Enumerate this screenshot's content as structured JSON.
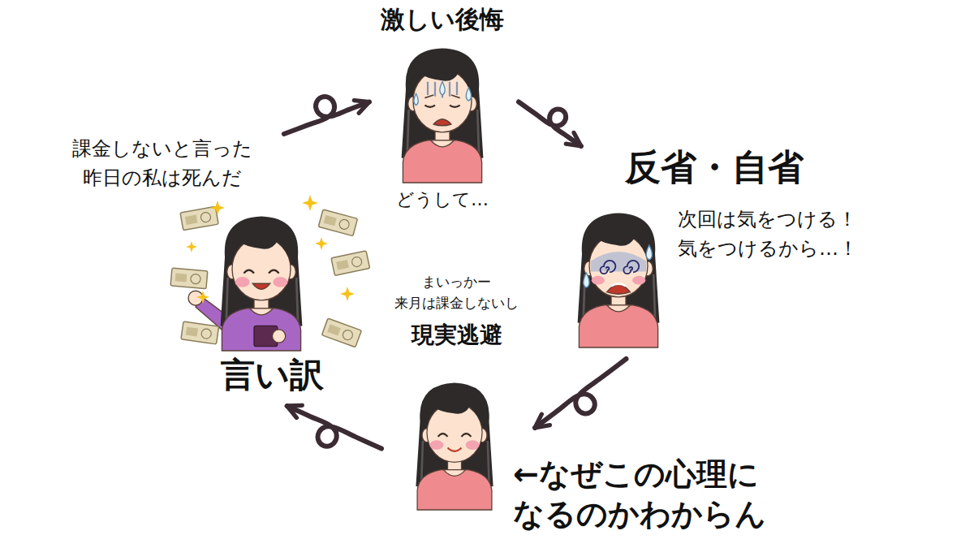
{
  "diagram": {
    "nodes": [
      {
        "text": [
          "激しい後悔",
          "どうして…"
        ]
      },
      {
        "text": [
          "反省・自省",
          "次回は気をつける！ 気をつけるから…！"
        ]
      },
      {
        "text": [
          "まいっかー 来月は課金しないし",
          "現実逃避"
        ]
      },
      {
        "text": [
          "課金しないと言った 昨日の私は死んだ",
          "言い訳"
        ]
      }
    ],
    "edges": [
      {
        "from": 0,
        "to": 1,
        "arrow": "to"
      },
      {
        "from": 1,
        "to": 2,
        "arrow": "to"
      },
      {
        "from": 2,
        "to": 3,
        "arrow": "to"
      },
      {
        "from": 3,
        "to": 0,
        "arrow": "to"
      }
    ],
    "labels": [
      "←なぜこの心理に なるのかわからん"
    ]
  }
}
